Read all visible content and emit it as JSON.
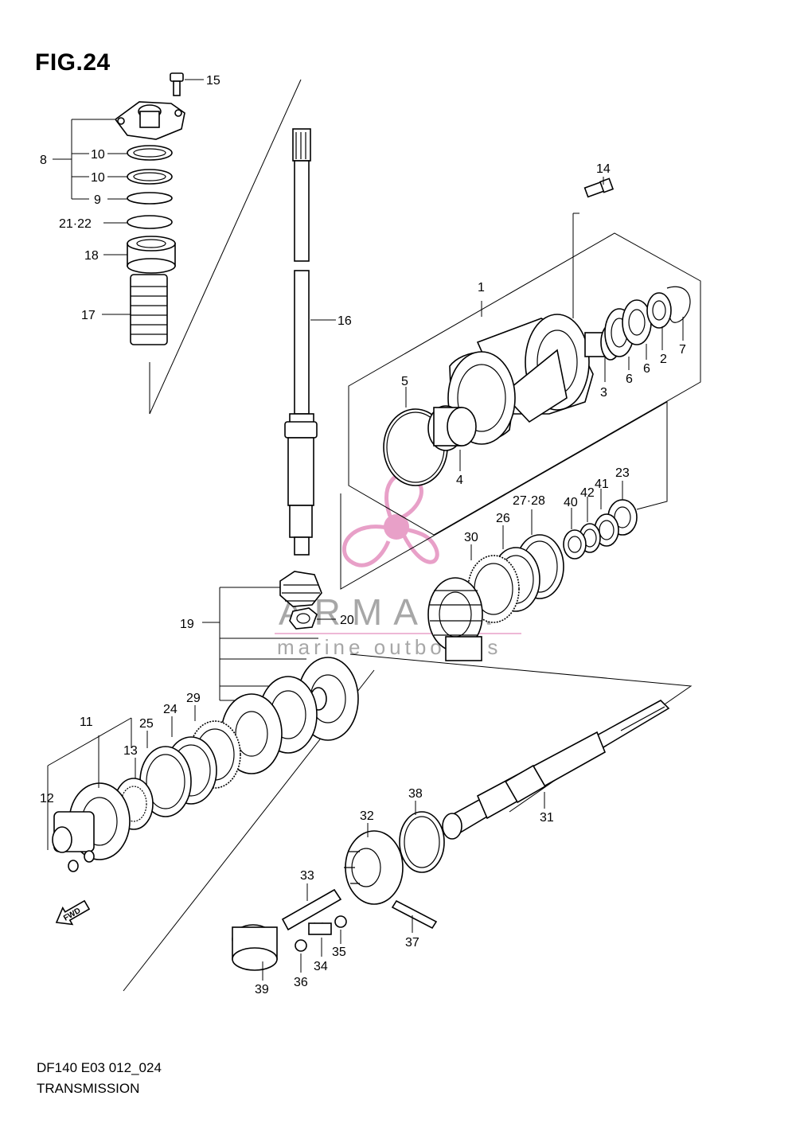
{
  "figure": {
    "title": "FIG.24"
  },
  "footer": {
    "code": "DF140 E03 012_024",
    "title": "TRANSMISSION"
  },
  "watermark": {
    "brand": "ARMADA",
    "tagline": "marine outboards",
    "accent": "#e8a0c8"
  },
  "fwd_arrow": {
    "label": "FWD"
  },
  "callouts": [
    "15",
    "8",
    "10",
    "10",
    "9",
    "21·22",
    "18",
    "17",
    "16",
    "14",
    "1",
    "7",
    "2",
    "6",
    "6",
    "3",
    "5",
    "4",
    "23",
    "41",
    "42",
    "40",
    "27·28",
    "26",
    "30",
    "19",
    "20",
    "11",
    "25",
    "24",
    "29",
    "13",
    "12",
    "38",
    "32",
    "31",
    "33",
    "37",
    "35",
    "34",
    "36",
    "39"
  ]
}
